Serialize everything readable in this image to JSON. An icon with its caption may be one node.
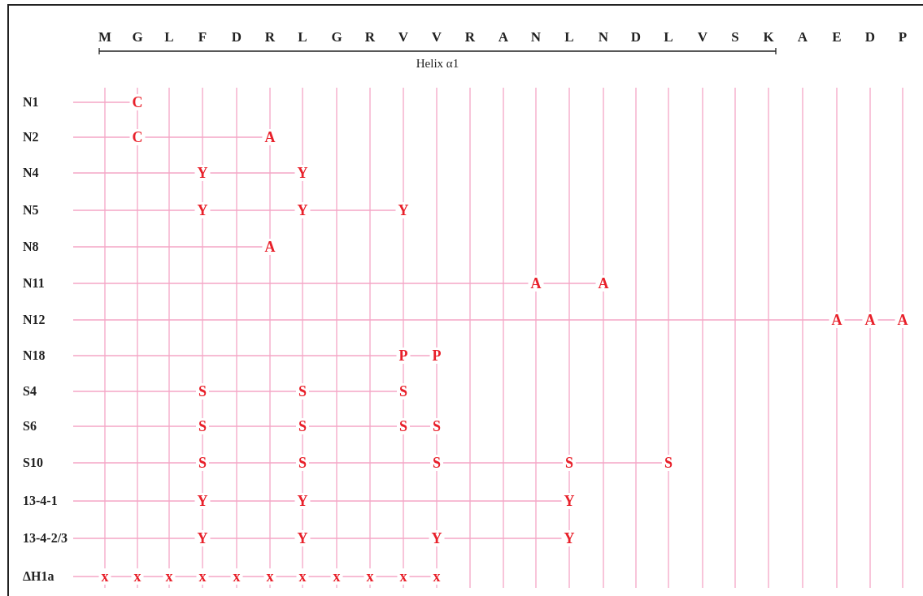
{
  "diagram": {
    "labels": [
      "M",
      "G",
      "L",
      "F",
      "D",
      "R",
      "L",
      "G",
      "R",
      "V",
      "V",
      "R",
      "A",
      "N",
      "L",
      "N",
      "D",
      "L",
      "V",
      "S",
      "K",
      "A",
      "E",
      "D",
      "P",
      "Helix α1",
      "N1",
      "C",
      "N2",
      "C",
      "A",
      "N4",
      "Y",
      "Y",
      "N5",
      "Y",
      "Y",
      "Y",
      "N8",
      "A",
      "N11",
      "A",
      "A",
      "N12",
      "A",
      "A",
      "A",
      "N18",
      "P",
      "P",
      "S4",
      "S",
      "S",
      "S",
      "S6",
      "S",
      "S",
      "S",
      "S",
      "S10",
      "S",
      "S",
      "S",
      "S",
      "S",
      "13-4-1",
      "Y",
      "Y",
      "Y",
      "13-4-2/3",
      "Y",
      "Y",
      "Y",
      "Y",
      "ΔH1a",
      "x",
      "x",
      "x",
      "x",
      "x",
      "x",
      "x",
      "x",
      "x",
      "x",
      "x"
    ]
  }
}
